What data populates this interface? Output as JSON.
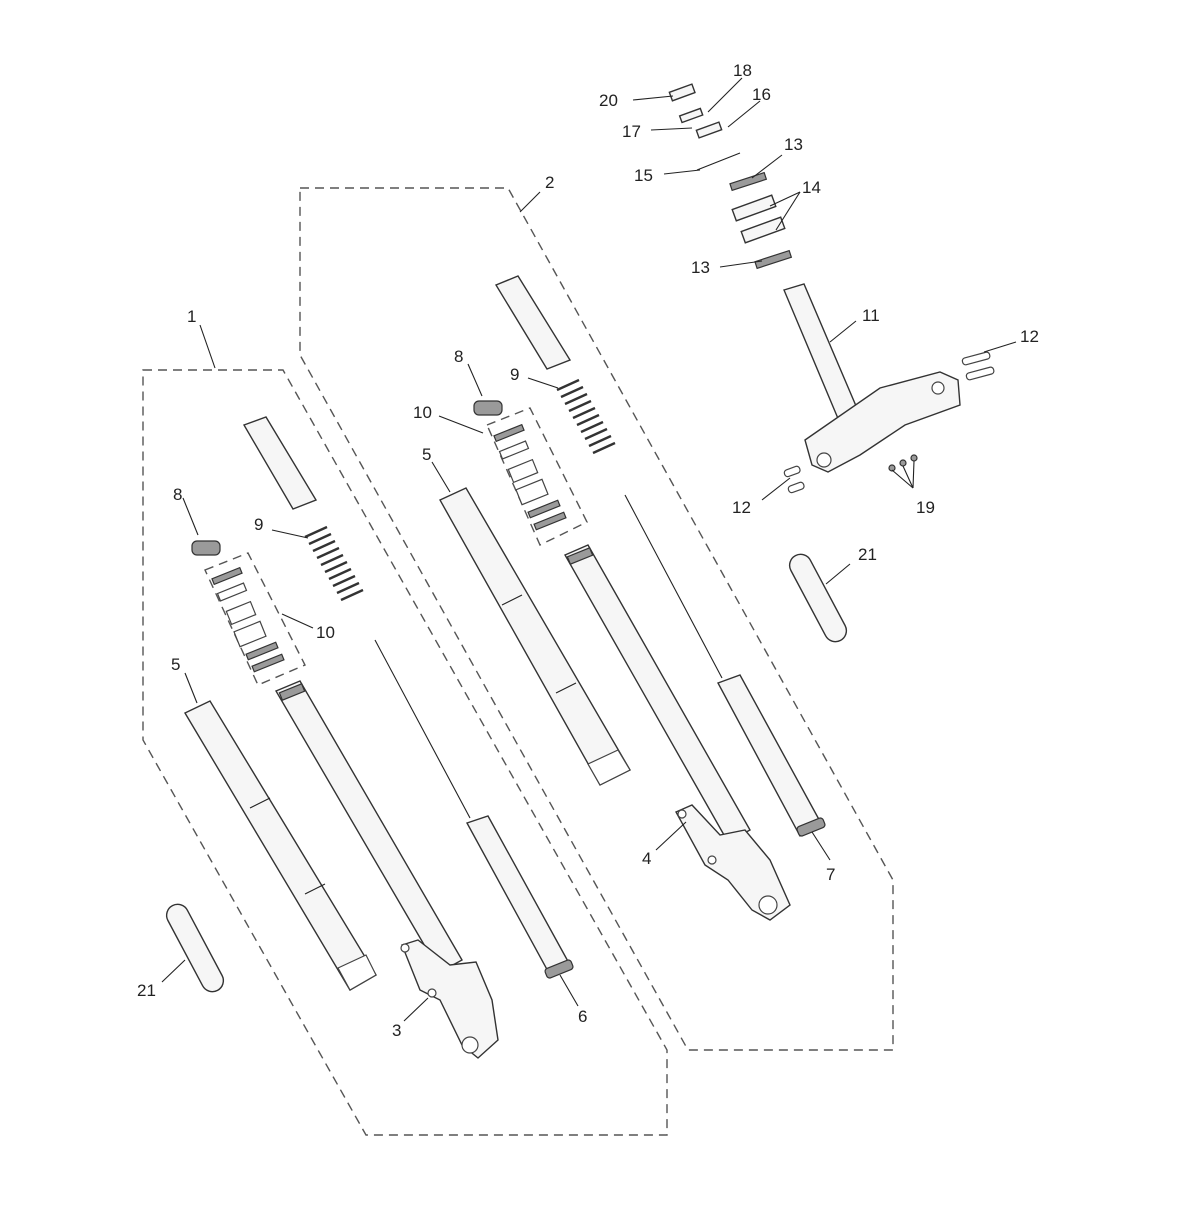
{
  "callouts": {
    "c1": "1",
    "c2": "2",
    "c3": "3",
    "c4": "4",
    "c5a": "5",
    "c5b": "5",
    "c6": "6",
    "c7": "7",
    "c8a": "8",
    "c8b": "8",
    "c9a": "9",
    "c9b": "9",
    "c10a": "10",
    "c10b": "10",
    "c11": "11",
    "c12a": "12",
    "c12b": "12",
    "c13a": "13",
    "c13b": "13",
    "c14": "14",
    "c15": "15",
    "c16": "16",
    "c17": "17",
    "c18": "18",
    "c19": "19",
    "c20": "20",
    "c21a": "21",
    "c21b": "21"
  }
}
